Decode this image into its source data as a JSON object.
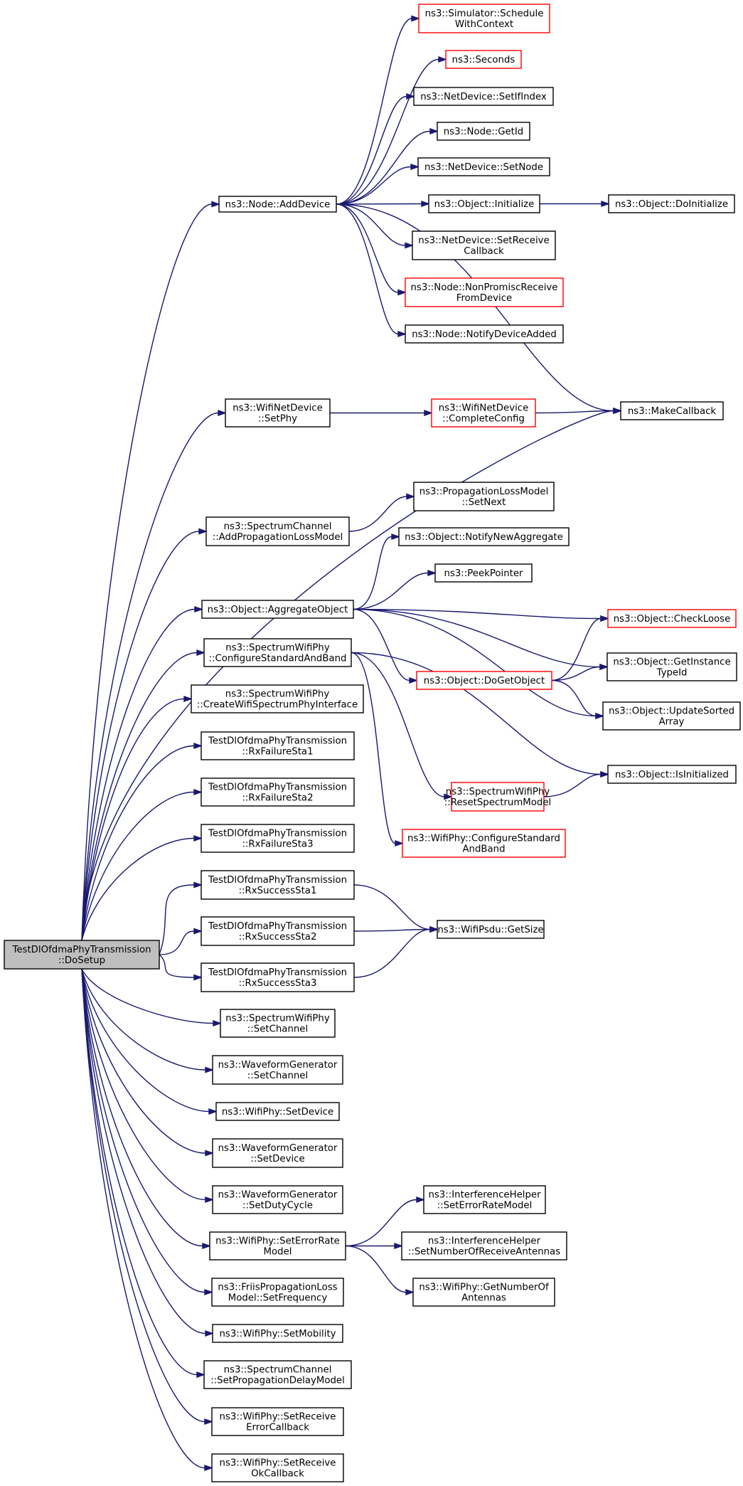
{
  "colors": {
    "edge": "#191970",
    "border_normal": "#000000",
    "border_truncated": "#ff0000",
    "root_fill": "#bfbfbf",
    "node_fill": "#ffffff"
  },
  "nodes": [
    {
      "id": "root",
      "lines": [
        "TestDlOfdmaPhyTransmission",
        "::DoSetup"
      ],
      "style": "root"
    },
    {
      "id": "addDevice",
      "lines": [
        "ns3::Node::AddDevice"
      ],
      "style": "normal"
    },
    {
      "id": "schedCtx",
      "lines": [
        "ns3::Simulator::Schedule",
        "WithContext"
      ],
      "style": "truncated"
    },
    {
      "id": "seconds",
      "lines": [
        "ns3::Seconds"
      ],
      "style": "truncated"
    },
    {
      "id": "setIfIndex",
      "lines": [
        "ns3::NetDevice::SetIfIndex"
      ],
      "style": "normal"
    },
    {
      "id": "getId",
      "lines": [
        "ns3::Node::GetId"
      ],
      "style": "normal"
    },
    {
      "id": "setNode",
      "lines": [
        "ns3::NetDevice::SetNode"
      ],
      "style": "normal"
    },
    {
      "id": "initialize",
      "lines": [
        "ns3::Object::Initialize"
      ],
      "style": "normal"
    },
    {
      "id": "doInitialize",
      "lines": [
        "ns3::Object::DoInitialize"
      ],
      "style": "normal"
    },
    {
      "id": "setRecvCb",
      "lines": [
        "ns3::NetDevice::SetReceive",
        "Callback"
      ],
      "style": "normal"
    },
    {
      "id": "nonPromisc",
      "lines": [
        "ns3::Node::NonPromiscReceive",
        "FromDevice"
      ],
      "style": "truncated"
    },
    {
      "id": "notifyAdded",
      "lines": [
        "ns3::Node::NotifyDeviceAdded"
      ],
      "style": "normal"
    },
    {
      "id": "wndSetPhy",
      "lines": [
        "ns3::WifiNetDevice",
        "::SetPhy"
      ],
      "style": "normal"
    },
    {
      "id": "completeConfig",
      "lines": [
        "ns3::WifiNetDevice",
        "::CompleteConfig"
      ],
      "style": "truncated"
    },
    {
      "id": "makeCallback",
      "lines": [
        "ns3::MakeCallback"
      ],
      "style": "normal"
    },
    {
      "id": "addPropLoss",
      "lines": [
        "ns3::SpectrumChannel",
        "::AddPropagationLossModel"
      ],
      "style": "normal"
    },
    {
      "id": "plmSetNext",
      "lines": [
        "ns3::PropagationLossModel",
        "::SetNext"
      ],
      "style": "normal"
    },
    {
      "id": "notifyNewAgg",
      "lines": [
        "ns3::Object::NotifyNewAggregate"
      ],
      "style": "normal"
    },
    {
      "id": "peekPointer",
      "lines": [
        "ns3::PeekPointer"
      ],
      "style": "normal"
    },
    {
      "id": "aggObject",
      "lines": [
        "ns3::Object::AggregateObject"
      ],
      "style": "normal"
    },
    {
      "id": "checkLoose",
      "lines": [
        "ns3::Object::CheckLoose"
      ],
      "style": "truncated"
    },
    {
      "id": "confStdBand",
      "lines": [
        "ns3::SpectrumWifiPhy",
        "::ConfigureStandardAndBand"
      ],
      "style": "normal"
    },
    {
      "id": "getInstTypeId",
      "lines": [
        "ns3::Object::GetInstance",
        "TypeId"
      ],
      "style": "normal"
    },
    {
      "id": "doGetObject",
      "lines": [
        "ns3::Object::DoGetObject"
      ],
      "style": "truncated"
    },
    {
      "id": "createIface",
      "lines": [
        "ns3::SpectrumWifiPhy",
        "::CreateWifiSpectrumPhyInterface"
      ],
      "style": "normal"
    },
    {
      "id": "updSorted",
      "lines": [
        "ns3::Object::UpdateSorted",
        "Array"
      ],
      "style": "normal"
    },
    {
      "id": "rxFail1",
      "lines": [
        "TestDlOfdmaPhyTransmission",
        "::RxFailureSta1"
      ],
      "style": "normal"
    },
    {
      "id": "isInit",
      "lines": [
        "ns3::Object::IsInitialized"
      ],
      "style": "normal"
    },
    {
      "id": "rxFail2",
      "lines": [
        "TestDlOfdmaPhyTransmission",
        "::RxFailureSta2"
      ],
      "style": "normal"
    },
    {
      "id": "resetSpec",
      "lines": [
        "ns3::SpectrumWifiPhy",
        "::ResetSpectrumModel"
      ],
      "style": "truncated"
    },
    {
      "id": "rxFail3",
      "lines": [
        "TestDlOfdmaPhyTransmission",
        "::RxFailureSta3"
      ],
      "style": "normal"
    },
    {
      "id": "wpConfStd",
      "lines": [
        "ns3::WifiPhy::ConfigureStandard",
        "AndBand"
      ],
      "style": "truncated"
    },
    {
      "id": "rxSucc1",
      "lines": [
        "TestDlOfdmaPhyTransmission",
        "::RxSuccessSta1"
      ],
      "style": "normal"
    },
    {
      "id": "rxSucc2",
      "lines": [
        "TestDlOfdmaPhyTransmission",
        "::RxSuccessSta2"
      ],
      "style": "normal"
    },
    {
      "id": "getSize",
      "lines": [
        "ns3::WifiPsdu::GetSize"
      ],
      "style": "normal"
    },
    {
      "id": "rxSucc3",
      "lines": [
        "TestDlOfdmaPhyTransmission",
        "::RxSuccessSta3"
      ],
      "style": "normal"
    },
    {
      "id": "swpSetChannel",
      "lines": [
        "ns3::SpectrumWifiPhy",
        "::SetChannel"
      ],
      "style": "normal"
    },
    {
      "id": "wgSetChannel",
      "lines": [
        "ns3::WaveformGenerator",
        "::SetChannel"
      ],
      "style": "normal"
    },
    {
      "id": "wpSetDevice",
      "lines": [
        "ns3::WifiPhy::SetDevice"
      ],
      "style": "normal"
    },
    {
      "id": "wgSetDevice",
      "lines": [
        "ns3::WaveformGenerator",
        "::SetDevice"
      ],
      "style": "normal"
    },
    {
      "id": "wgSetDuty",
      "lines": [
        "ns3::WaveformGenerator",
        "::SetDutyCycle"
      ],
      "style": "normal"
    },
    {
      "id": "ihSetErr",
      "lines": [
        "ns3::InterferenceHelper",
        "::SetErrorRateModel"
      ],
      "style": "normal"
    },
    {
      "id": "wpSetErr",
      "lines": [
        "ns3::WifiPhy::SetErrorRate",
        "Model"
      ],
      "style": "normal"
    },
    {
      "id": "ihSetAnt",
      "lines": [
        "ns3::InterferenceHelper",
        "::SetNumberOfReceiveAntennas"
      ],
      "style": "normal"
    },
    {
      "id": "wpGetAnt",
      "lines": [
        "ns3::WifiPhy::GetNumberOf",
        "Antennas"
      ],
      "style": "normal"
    },
    {
      "id": "friisSetFreq",
      "lines": [
        "ns3::FriisPropagationLoss",
        "Model::SetFrequency"
      ],
      "style": "normal"
    },
    {
      "id": "wpSetMob",
      "lines": [
        "ns3::WifiPhy::SetMobility"
      ],
      "style": "normal"
    },
    {
      "id": "scSetDelay",
      "lines": [
        "ns3::SpectrumChannel",
        "::SetPropagationDelayModel"
      ],
      "style": "normal"
    },
    {
      "id": "wpSetRecvErr",
      "lines": [
        "ns3::WifiPhy::SetReceive",
        "ErrorCallback"
      ],
      "style": "normal"
    },
    {
      "id": "wpSetRecvOk",
      "lines": [
        "ns3::WifiPhy::SetReceive",
        "OkCallback"
      ],
      "style": "normal"
    }
  ],
  "edges": [
    [
      "root",
      "addDevice"
    ],
    [
      "root",
      "wndSetPhy"
    ],
    [
      "root",
      "makeCallback"
    ],
    [
      "root",
      "addPropLoss"
    ],
    [
      "root",
      "aggObject"
    ],
    [
      "root",
      "confStdBand"
    ],
    [
      "root",
      "createIface"
    ],
    [
      "root",
      "rxFail1"
    ],
    [
      "root",
      "rxFail2"
    ],
    [
      "root",
      "rxFail3"
    ],
    [
      "root",
      "rxSucc1"
    ],
    [
      "root",
      "rxSucc2"
    ],
    [
      "root",
      "rxSucc3"
    ],
    [
      "root",
      "swpSetChannel"
    ],
    [
      "root",
      "wgSetChannel"
    ],
    [
      "root",
      "wpSetDevice"
    ],
    [
      "root",
      "wgSetDevice"
    ],
    [
      "root",
      "wgSetDuty"
    ],
    [
      "root",
      "wpSetErr"
    ],
    [
      "root",
      "friisSetFreq"
    ],
    [
      "root",
      "wpSetMob"
    ],
    [
      "root",
      "scSetDelay"
    ],
    [
      "root",
      "wpSetRecvErr"
    ],
    [
      "root",
      "wpSetRecvOk"
    ],
    [
      "addDevice",
      "schedCtx"
    ],
    [
      "addDevice",
      "seconds"
    ],
    [
      "addDevice",
      "setIfIndex"
    ],
    [
      "addDevice",
      "getId"
    ],
    [
      "addDevice",
      "setNode"
    ],
    [
      "addDevice",
      "initialize"
    ],
    [
      "addDevice",
      "setRecvCb"
    ],
    [
      "addDevice",
      "nonPromisc"
    ],
    [
      "addDevice",
      "notifyAdded"
    ],
    [
      "addDevice",
      "makeCallback"
    ],
    [
      "initialize",
      "doInitialize"
    ],
    [
      "wndSetPhy",
      "completeConfig"
    ],
    [
      "completeConfig",
      "makeCallback"
    ],
    [
      "addPropLoss",
      "plmSetNext"
    ],
    [
      "aggObject",
      "notifyNewAgg"
    ],
    [
      "aggObject",
      "peekPointer"
    ],
    [
      "aggObject",
      "checkLoose"
    ],
    [
      "aggObject",
      "getInstTypeId"
    ],
    [
      "aggObject",
      "doGetObject"
    ],
    [
      "aggObject",
      "updSorted"
    ],
    [
      "doGetObject",
      "checkLoose"
    ],
    [
      "doGetObject",
      "getInstTypeId"
    ],
    [
      "doGetObject",
      "updSorted"
    ],
    [
      "confStdBand",
      "isInit"
    ],
    [
      "confStdBand",
      "resetSpec"
    ],
    [
      "confStdBand",
      "wpConfStd"
    ],
    [
      "resetSpec",
      "isInit"
    ],
    [
      "rxSucc1",
      "getSize"
    ],
    [
      "rxSucc2",
      "getSize"
    ],
    [
      "rxSucc3",
      "getSize"
    ],
    [
      "wpSetErr",
      "ihSetErr"
    ],
    [
      "wpSetErr",
      "ihSetAnt"
    ],
    [
      "wpSetErr",
      "wpGetAnt"
    ]
  ]
}
